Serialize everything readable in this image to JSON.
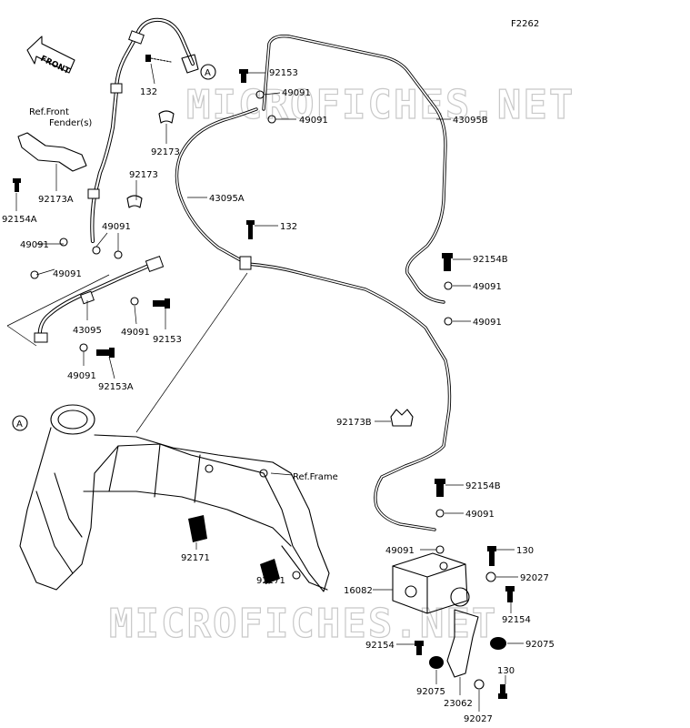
{
  "figure_code": "F2262",
  "watermark_text": "MICROFICHES.NET",
  "front_indicator": "FRONT",
  "ref_notes": {
    "front_fender_line1": "Ref.Front",
    "front_fender_line2": "Fender(s)",
    "frame": "Ref.Frame"
  },
  "callout_letter": "A",
  "part_labels": [
    "92153",
    "49091",
    "49091",
    "43095B",
    "132",
    "92173",
    "92173A",
    "92154A",
    "92173",
    "43095A",
    "132",
    "49091",
    "49091",
    "49091",
    "43095",
    "49091",
    "92153",
    "49091",
    "92153A",
    "92154B",
    "49091",
    "49091",
    "92173B",
    "92154B",
    "49091",
    "49091",
    "130",
    "92027",
    "16082",
    "92154",
    "92075",
    "92154",
    "92075",
    "130",
    "23062",
    "92027",
    "92171",
    "92171"
  ]
}
